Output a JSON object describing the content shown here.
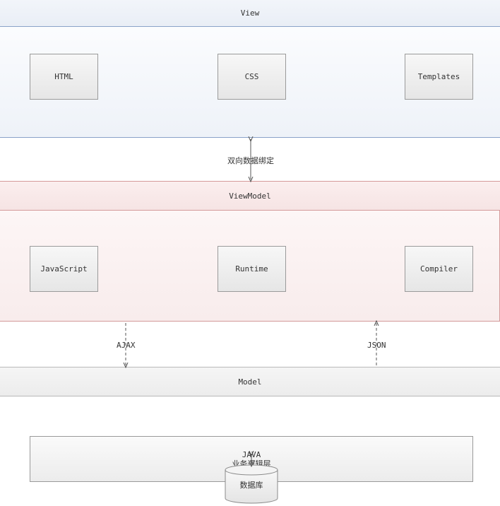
{
  "view": {
    "title": "View",
    "boxes": [
      "HTML",
      "CSS",
      "Templates"
    ]
  },
  "binding_label": "双向数据绑定",
  "viewmodel": {
    "title": "ViewModel",
    "boxes": [
      "JavaScript",
      "Runtime",
      "Compiler"
    ]
  },
  "ajax_label": "AJAX",
  "json_label": "JSON",
  "model": {
    "title": "Model",
    "java_line1": "JAVA",
    "java_line2": "业务逻辑层",
    "db_label": "数据库"
  },
  "colors": {
    "view_border": "#8aa2c8",
    "viewmodel_border": "#d49a9a",
    "model_border": "#b8b8b8"
  }
}
